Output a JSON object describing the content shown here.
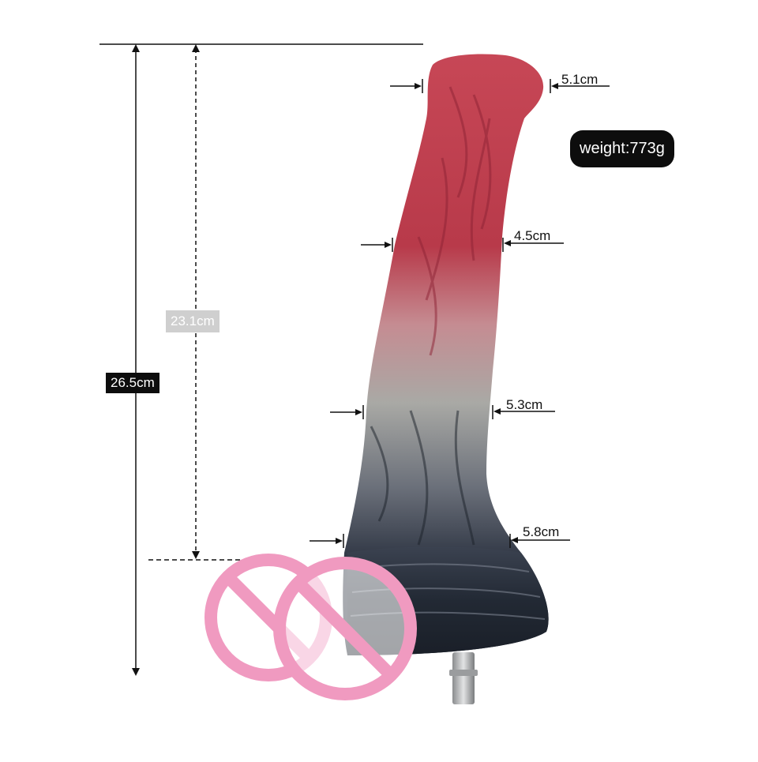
{
  "product": {
    "image_name": "product-photo",
    "colors": {
      "tip": "#b83a4a",
      "mid": "#c9a8a6",
      "silver": "#a8a8a6",
      "base": "#232a36",
      "badge_bg": "#0d0d0d",
      "censor_pink": "#f09ac0"
    }
  },
  "measurements": {
    "total_length": "26.5cm",
    "insertable_length": "23.1cm",
    "tip_diameter": "5.1cm",
    "upper_diameter": "4.5cm",
    "middle_diameter": "5.3cm",
    "base_diameter": "5.8cm"
  },
  "weight": "weight:773g"
}
